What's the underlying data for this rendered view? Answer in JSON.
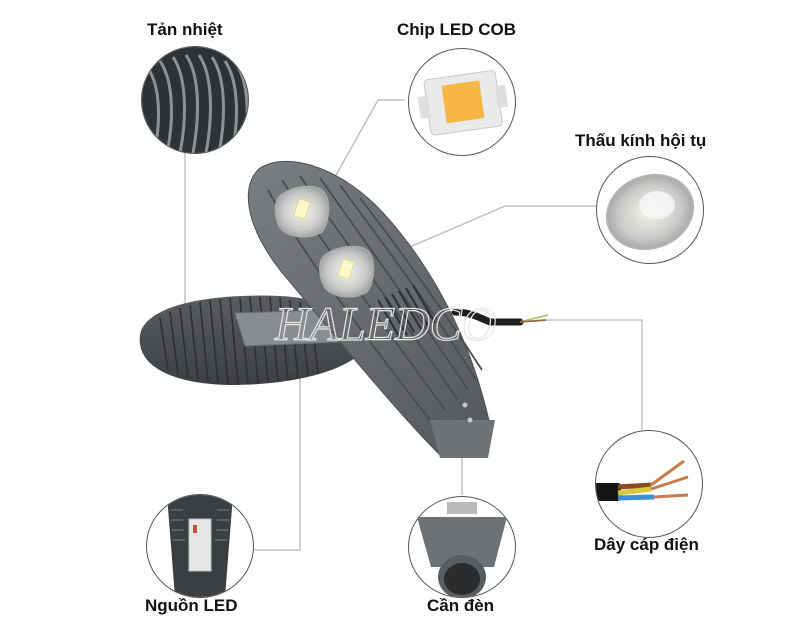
{
  "diagram": {
    "subject": "LED street light components",
    "watermark": "HALEDCO",
    "colors": {
      "housing": "#6b6e70",
      "housing_dark": "#3e4143",
      "label_text": "#111111",
      "leader_line": "#b5b5b5",
      "circle_border": "#555555",
      "cob_chip": "#f6b842"
    },
    "parts": [
      {
        "id": "heatsink",
        "label": "Tản nhiệt"
      },
      {
        "id": "cob-chip",
        "label": "Chip LED COB"
      },
      {
        "id": "lens",
        "label": "Thấu kính hội tụ"
      },
      {
        "id": "cable",
        "label": "Dây cáp điện"
      },
      {
        "id": "pole-arm",
        "label": "Cần đèn"
      },
      {
        "id": "driver",
        "label": "Nguồn LED"
      }
    ]
  }
}
